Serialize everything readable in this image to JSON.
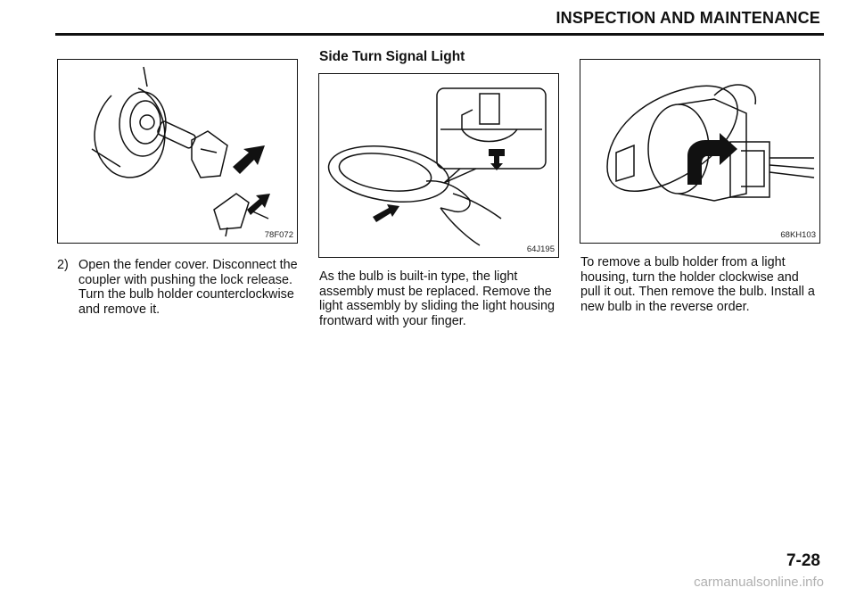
{
  "header": {
    "title": "INSPECTION AND MAINTENANCE"
  },
  "figures": {
    "left_code": "78F072",
    "middle_code": "64J195",
    "right_code": "68KH103"
  },
  "step2": {
    "number": "2)",
    "text": "Open the fender cover. Disconnect the coupler with pushing the lock release. Turn the bulb holder counterclockwise and remove it."
  },
  "side_turn": {
    "title": "Side Turn Signal Light",
    "text": "As the bulb is built-in type, the light assembly must be replaced. Remove the light assembly by sliding the light housing frontward with your finger."
  },
  "right_text": "To remove a bulb holder from a light housing, turn the holder clockwise and pull it out. Then remove the bulb. Install a new bulb in the reverse order.",
  "page_number": "7-28",
  "watermark": "carmanualsonline.info"
}
